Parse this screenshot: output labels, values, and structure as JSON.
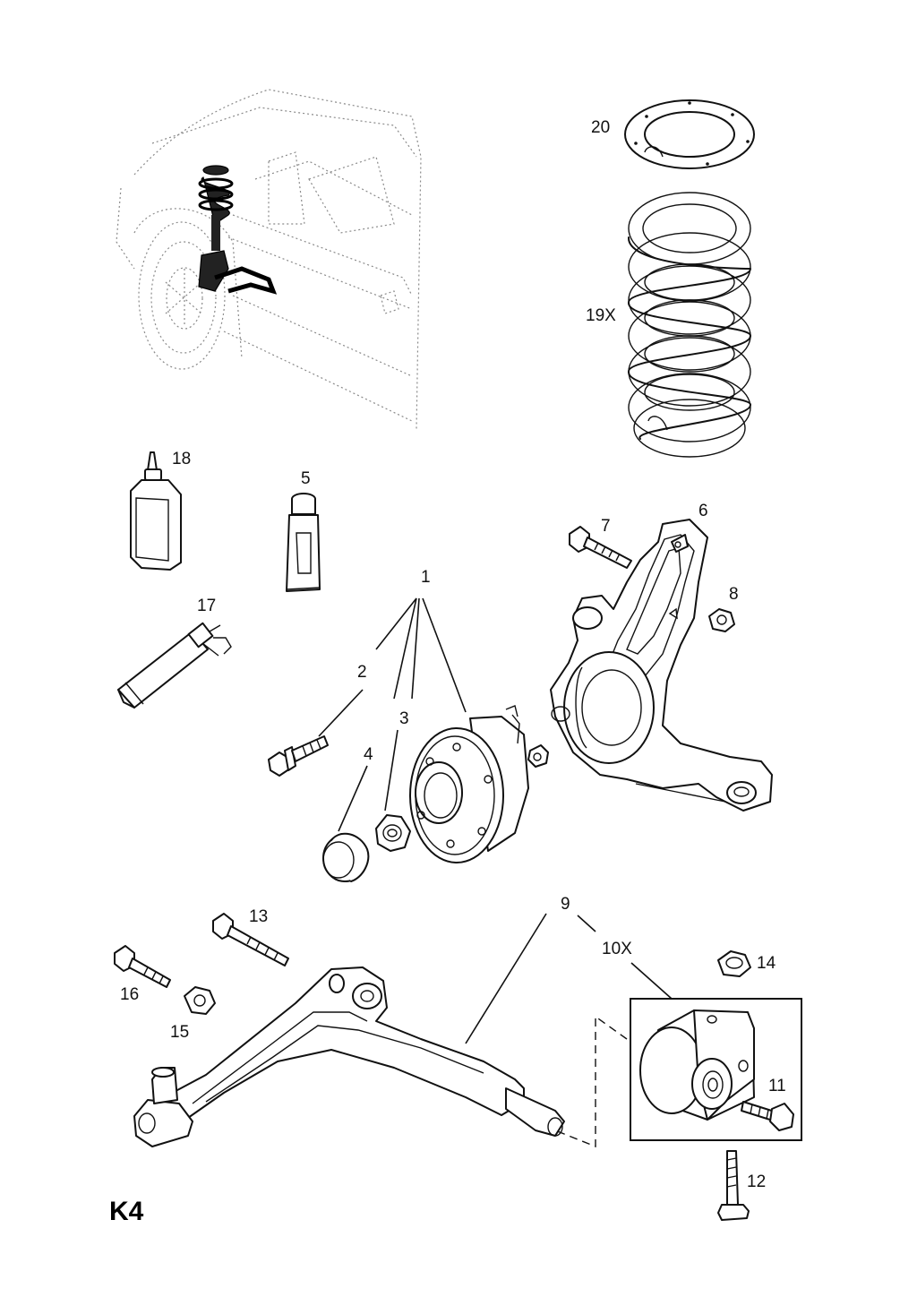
{
  "diagram": {
    "code": "K4",
    "callouts": {
      "p1": "1",
      "p2": "2",
      "p3": "3",
      "p4": "4",
      "p5": "5",
      "p6": "6",
      "p7": "7",
      "p8": "8",
      "p9": "9",
      "p10": "10X",
      "p11": "11",
      "p12": "12",
      "p13": "13",
      "p14": "14",
      "p15": "15",
      "p16": "16",
      "p17": "17",
      "p18": "18",
      "p19": "19X",
      "p20": "20"
    }
  }
}
